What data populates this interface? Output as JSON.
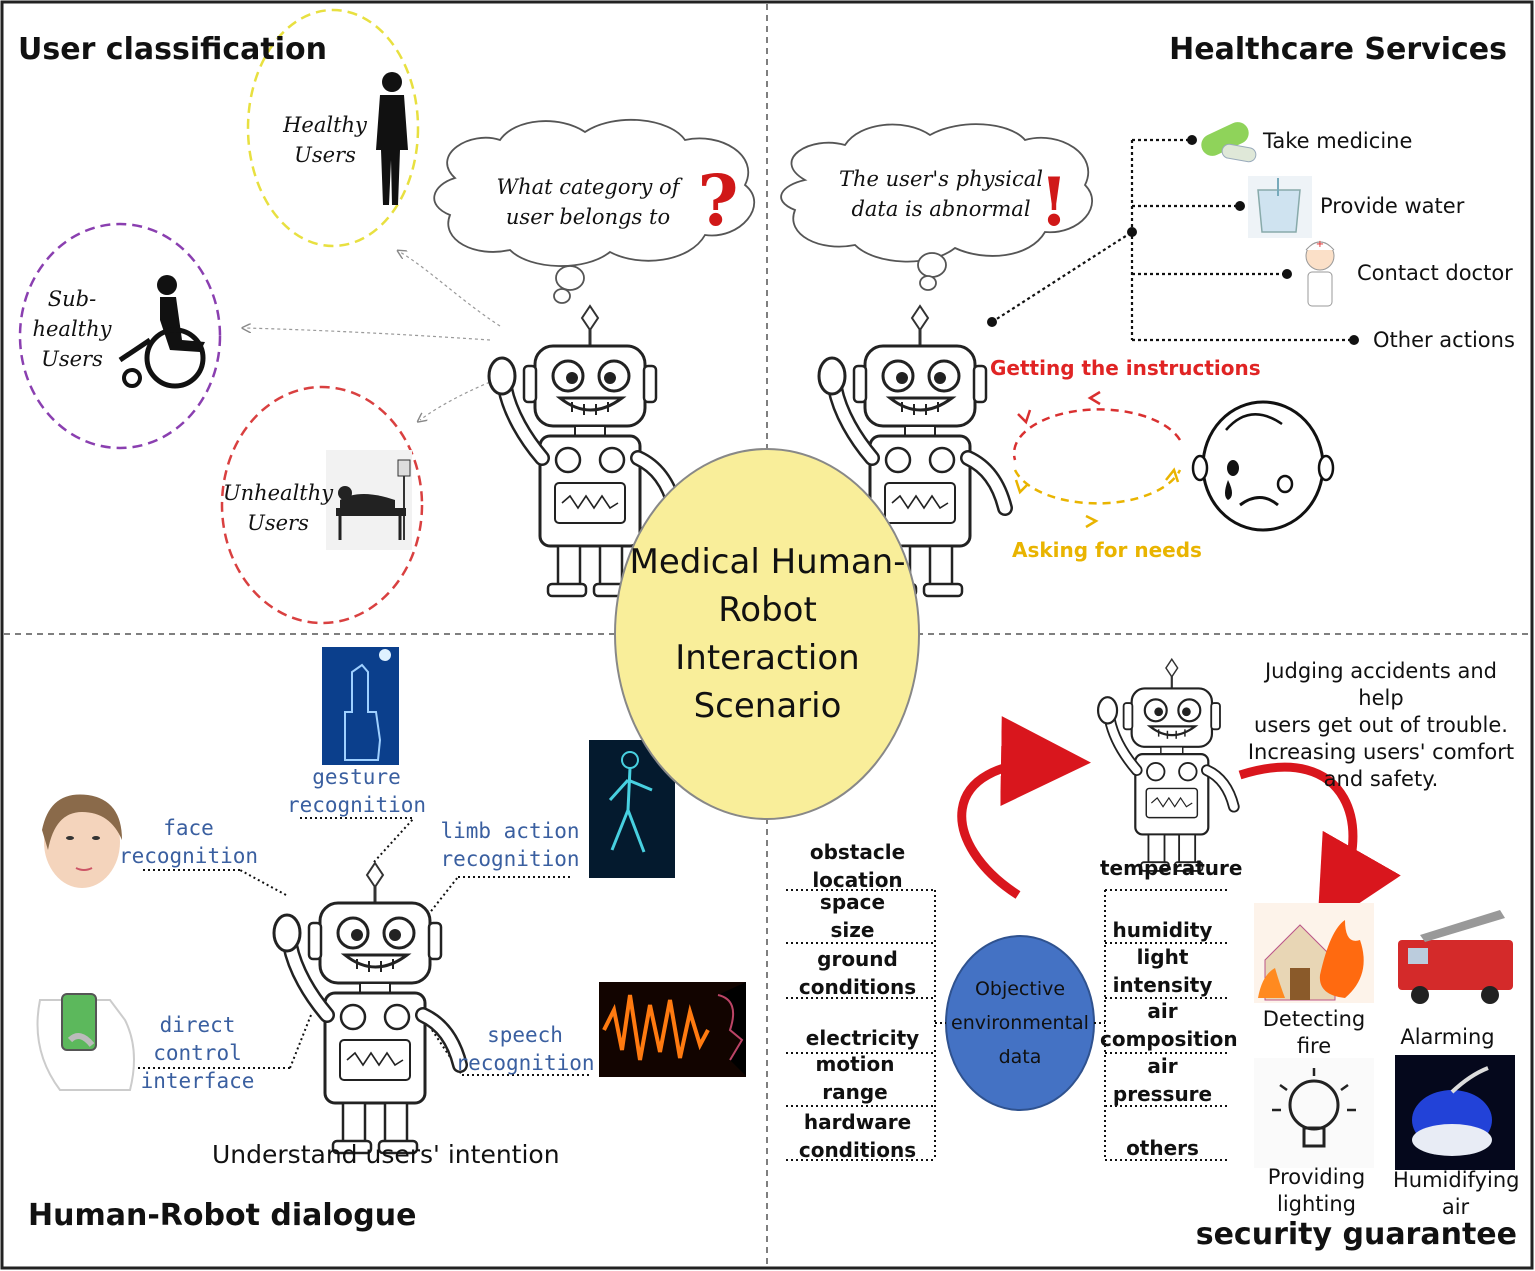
{
  "center": {
    "lines": [
      "Medical Human-",
      "Robot",
      "Interaction",
      "Scenario"
    ]
  },
  "quadrants": {
    "user_classification": {
      "title": "User classification",
      "thought": [
        "What category of",
        "user belongs to"
      ],
      "users": {
        "healthy": [
          "Healthy",
          "Users"
        ],
        "subhealthy": [
          "Sub-",
          "healthy",
          "Users"
        ],
        "unhealthy": [
          "Unhealthy",
          "Users"
        ]
      }
    },
    "healthcare_services": {
      "title": "Healthcare Services",
      "thought": [
        "The user's physical",
        "data is abnormal"
      ],
      "actions": [
        "Take medicine",
        "Provide water",
        "Contact doctor",
        "Other actions"
      ],
      "loop_top": "Getting the instructions",
      "loop_bottom": "Asking for needs"
    },
    "dialogue": {
      "title": "Human-Robot dialogue",
      "caption": "Understand users' intention",
      "modes": {
        "gesture": [
          "gesture",
          "recognition"
        ],
        "face": [
          "face",
          "recognition"
        ],
        "limb": [
          "limb action",
          "recognition"
        ],
        "direct": [
          "direct control",
          "interface"
        ],
        "speech": [
          "speech",
          "recognition"
        ]
      }
    },
    "security": {
      "title": "security guarantee",
      "note": [
        "Judging accidents and help",
        "users get out of trouble.",
        "Increasing users' comfort",
        "and safety."
      ],
      "hub": [
        "Objective",
        "environmental",
        "data"
      ],
      "left_factors": [
        [
          "obstacle",
          "location"
        ],
        [
          "space",
          "size"
        ],
        [
          "ground",
          "conditions"
        ],
        [
          "electricity"
        ],
        [
          "motion",
          "range"
        ],
        [
          "hardware",
          "conditions"
        ]
      ],
      "right_factors": [
        [
          "temperature"
        ],
        [
          "humidity"
        ],
        [
          "light",
          "intensity"
        ],
        [
          "air",
          "composition"
        ],
        [
          "air",
          "pressure"
        ],
        [
          "others"
        ]
      ],
      "outcomes": [
        [
          "Detecting",
          "fire"
        ],
        [
          "Alarming"
        ],
        [
          "Providing",
          "lighting"
        ],
        [
          "Humidifying",
          "air"
        ]
      ]
    }
  },
  "colors": {
    "center_fill": "#f9ee9a",
    "hub_fill": "#4472c4",
    "red_arrow": "#d9161d",
    "loop_red": "#d93030",
    "loop_yellow": "#e9b400",
    "mono_blue": "#3a5fa0",
    "healthy_ring": "#e8e040",
    "subhealthy_ring": "#8a3fb0",
    "unhealthy_ring": "#d94040"
  },
  "icons": [
    "robot-icon",
    "businessman-icon",
    "wheelchair-icon",
    "hospital-bed-icon",
    "medicine-icon",
    "water-cup-icon",
    "doctor-icon",
    "crying-face-icon",
    "gesture-hand-icon",
    "woman-face-icon",
    "limb-figure-icon",
    "phone-hand-icon",
    "sound-wave-icon",
    "fire-house-icon",
    "fire-truck-icon",
    "light-bulb-icon",
    "humidifier-icon"
  ]
}
